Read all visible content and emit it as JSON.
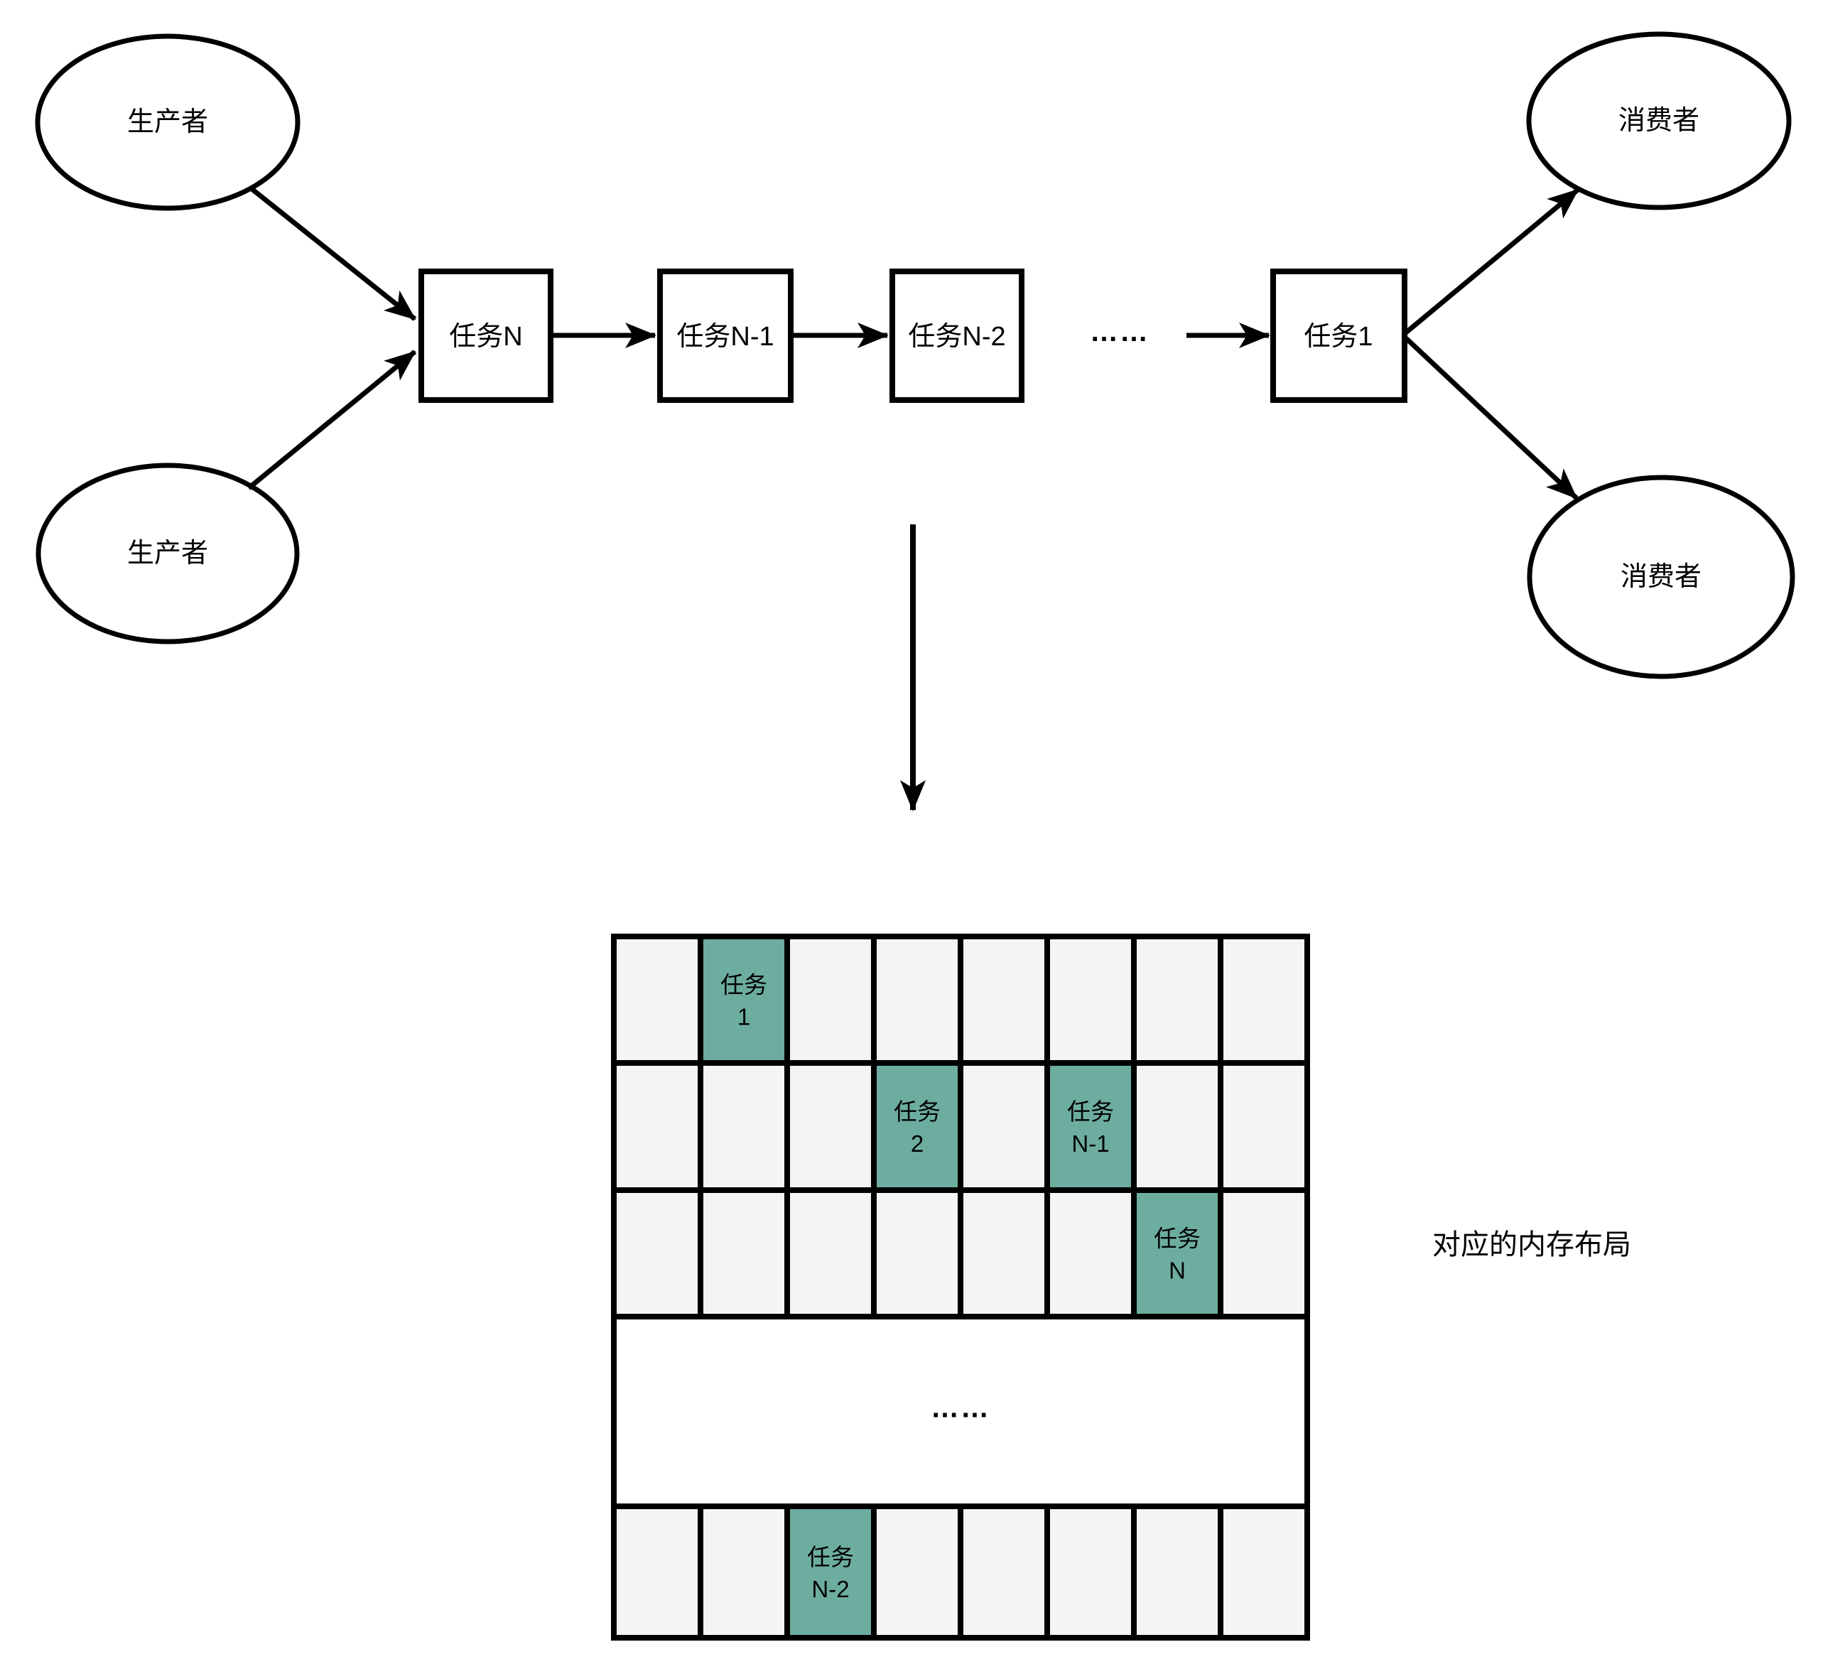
{
  "diagram": {
    "producers": [
      {
        "label": "生产者"
      },
      {
        "label": "生产者"
      }
    ],
    "consumers": [
      {
        "label": "消费者"
      },
      {
        "label": "消费者"
      }
    ],
    "task_chain": {
      "nodes": [
        "任务N",
        "任务N-1",
        "任务N-2",
        "任务1"
      ],
      "ellipsis": "……"
    },
    "memory": {
      "label": "对应的内存布局",
      "ellipsis": "……",
      "grid": {
        "columns": 8,
        "rows": [
          {
            "type": "cells",
            "highlights": [
              {
                "col": 1,
                "label": [
                  "任务",
                  "1"
                ]
              }
            ]
          },
          {
            "type": "cells",
            "highlights": [
              {
                "col": 3,
                "label": [
                  "任务",
                  "2"
                ]
              },
              {
                "col": 5,
                "label": [
                  "任务",
                  "N-1"
                ]
              }
            ]
          },
          {
            "type": "cells",
            "highlights": [
              {
                "col": 6,
                "label": [
                  "任务",
                  "N"
                ]
              }
            ]
          },
          {
            "type": "ellipsis"
          },
          {
            "type": "cells",
            "highlights": [
              {
                "col": 2,
                "label": [
                  "任务",
                  "N-2"
                ]
              }
            ]
          }
        ]
      }
    },
    "colors": {
      "highlight": "#6dada0",
      "cell": "#f4f4f4",
      "stroke": "#000000",
      "background": "#ffffff"
    }
  }
}
